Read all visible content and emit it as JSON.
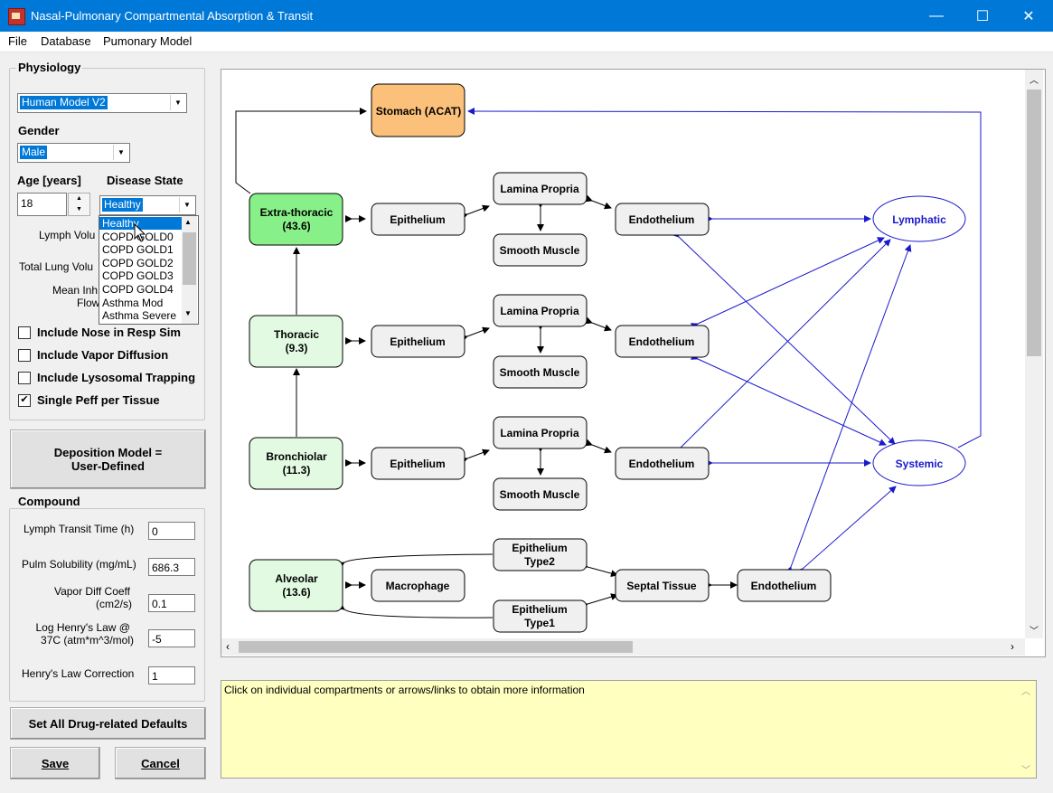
{
  "window": {
    "title": "Nasal-Pulmonary Compartmental Absorption & Transit",
    "minimize": "—",
    "maximize": "☐",
    "close": "✕"
  },
  "menu": [
    "File",
    "Database",
    "Pumonary Model"
  ],
  "physiology": {
    "title": "Physiology",
    "model_value": "Human Model V2",
    "gender_label": "Gender",
    "gender_value": "Male",
    "age_label": "Age [years]",
    "age_value": "18",
    "disease_label": "Disease State",
    "disease_value": "Healthy",
    "disease_options": [
      "Healthy",
      "COPD GOLD0",
      "COPD GOLD1",
      "COPD GOLD2",
      "COPD GOLD3",
      "COPD GOLD4",
      "Asthma Mod",
      "Asthma Severe"
    ],
    "lymph_volume_label": "Lymph Volu",
    "total_lung_label": "Total Lung Volu",
    "mean_inh_label": "Mean Inh",
    "flow_label": "Flow",
    "checkboxes": [
      {
        "label": "Include Nose in Resp Sim",
        "checked": false
      },
      {
        "label": "Include Vapor Diffusion",
        "checked": false
      },
      {
        "label": "Include Lysosomal Trapping",
        "checked": false
      },
      {
        "label": "Single Peff per Tissue",
        "checked": true
      }
    ]
  },
  "deposition_button": {
    "line1": "Deposition Model =",
    "line2": "User-Defined"
  },
  "compound": {
    "title": "Compound",
    "fields": [
      {
        "label": "Lymph Transit Time (h)",
        "value": "0"
      },
      {
        "label": "Pulm Solubility (mg/mL)",
        "value": "686.3"
      },
      {
        "label": "Vapor Diff Coeff",
        "label2": "(cm2/s)",
        "value": "0.1"
      },
      {
        "label": "Log Henry's Law @",
        "label2": "37C (atm*m^3/mol)",
        "value": "-5"
      },
      {
        "label": "Henry's Law Correction",
        "value": "1"
      }
    ]
  },
  "buttons": {
    "set_defaults": "Set All Drug-related Defaults",
    "save": "Save",
    "cancel": "Cancel"
  },
  "diagram": {
    "stomach": "Stomach (ACAT)",
    "regions": [
      {
        "name": "Extra-thoracic",
        "value": "(43.6)"
      },
      {
        "name": "Thoracic",
        "value": "(9.3)"
      },
      {
        "name": "Bronchiolar",
        "value": "(11.3)"
      },
      {
        "name": "Alveolar",
        "value": "(13.6)"
      }
    ],
    "epithelium": "Epithelium",
    "lamina_propria": "Lamina Propria",
    "smooth_muscle": "Smooth Muscle",
    "endothelium": "Endothelium",
    "macrophage": "Macrophage",
    "epithelium_type2": [
      "Epithelium",
      "Type2"
    ],
    "epithelium_type1": [
      "Epithelium",
      "Type1"
    ],
    "septal_tissue": "Septal Tissue",
    "lymphatic": "Lymphatic",
    "systemic": "Systemic"
  },
  "info_text": "Click on individual compartments or arrows/links to obtain more information",
  "colors": {
    "titlebar": "#0078d7",
    "stomach": "#fbc07a",
    "extra_thoracic": "#88f088",
    "region_light": "#e2fae2",
    "link_blue": "#1a1acc",
    "info_bg": "#ffffc0"
  }
}
